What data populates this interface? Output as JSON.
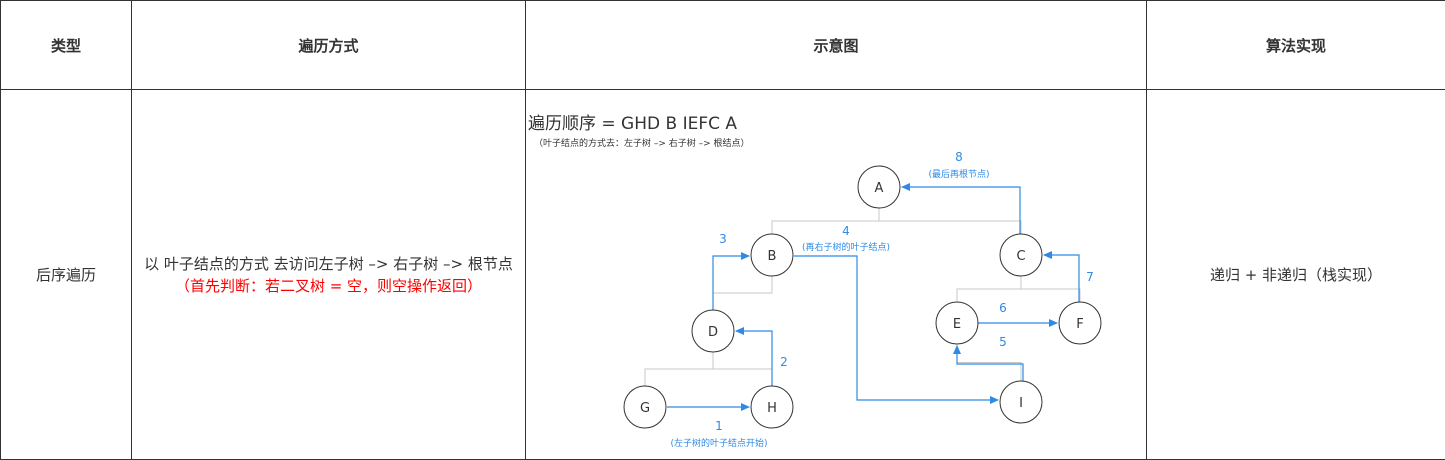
{
  "table": {
    "headers": [
      "类型",
      "遍历方式",
      "示意图",
      "算法实现"
    ],
    "row": {
      "type": "后序遍历",
      "method_line1": "以 叶子结点的方式 去访问左子树 –> 右子树 –> 根节点",
      "method_line2": "（首先判断：若二叉树 = 空，则空操作返回）",
      "implementation": "递归 + 非递归（栈实现）"
    }
  },
  "diagram": {
    "title": "遍历顺序 = GHD B  IEFC A",
    "subtitle": "（叶子结点的方式去：左子树 –> 右子树 –> 根结点）",
    "nodes": [
      {
        "id": "A",
        "label": "A"
      },
      {
        "id": "B",
        "label": "B"
      },
      {
        "id": "C",
        "label": "C"
      },
      {
        "id": "D",
        "label": "D"
      },
      {
        "id": "E",
        "label": "E"
      },
      {
        "id": "F",
        "label": "F"
      },
      {
        "id": "G",
        "label": "G"
      },
      {
        "id": "H",
        "label": "H"
      },
      {
        "id": "I",
        "label": "I"
      }
    ],
    "tree_edges": [
      [
        "A",
        "B"
      ],
      [
        "A",
        "C"
      ],
      [
        "B",
        "D"
      ],
      [
        "D",
        "G"
      ],
      [
        "D",
        "H"
      ],
      [
        "C",
        "E"
      ],
      [
        "C",
        "F"
      ],
      [
        "E",
        "I"
      ]
    ],
    "steps": [
      {
        "num": "1",
        "note": "(左子树的叶子结点开始)"
      },
      {
        "num": "2",
        "note": ""
      },
      {
        "num": "3",
        "note": ""
      },
      {
        "num": "4",
        "note": "(再右子树的叶子结点)"
      },
      {
        "num": "5",
        "note": ""
      },
      {
        "num": "6",
        "note": ""
      },
      {
        "num": "7",
        "note": ""
      },
      {
        "num": "8",
        "note": "(最后再根节点)"
      }
    ],
    "colors": {
      "arrow": "#2e8ae6",
      "tree": "#c8c8c8",
      "node_stroke": "#333333",
      "step_text": "#2e8ae6"
    }
  }
}
